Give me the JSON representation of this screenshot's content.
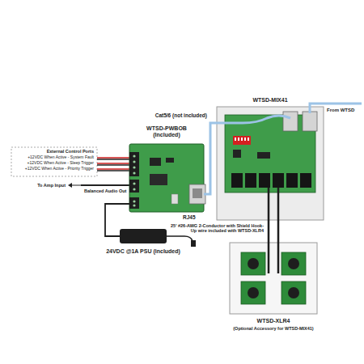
{
  "diagram": {
    "nodes": [
      {
        "text": [
          "WTSD-PWBOB (Included)"
        ]
      },
      {
        "text": [
          "WTSD-MIX41"
        ]
      },
      {
        "text": [
          "24VDC @1A PSU (included)"
        ]
      },
      {
        "text": [
          "WTSD-XLR4",
          "(Optional Accessory for WTSD-MIX41)"
        ]
      }
    ],
    "edges": [
      {
        "from": 0,
        "to": 1,
        "arrow": "none",
        "label": "Cat5/6 (not included)"
      },
      {
        "from": 2,
        "to": 0,
        "arrow": "none"
      },
      {
        "from": 1,
        "to": 3,
        "arrow": "none",
        "label": "25' #26-AWG 2-Conductor with Shield Hook-Up wire included with WTSD-XLR4"
      }
    ],
    "labels": [
      "External Control Ports",
      "+12VDC When Active - System Fault",
      "+12VDC When Active - Sleep Trigger",
      "+12VDC When Active - Priority Trigger",
      "To Amp Input",
      "Balanced Audio Out",
      "RJ45",
      "From WTSD"
    ]
  }
}
